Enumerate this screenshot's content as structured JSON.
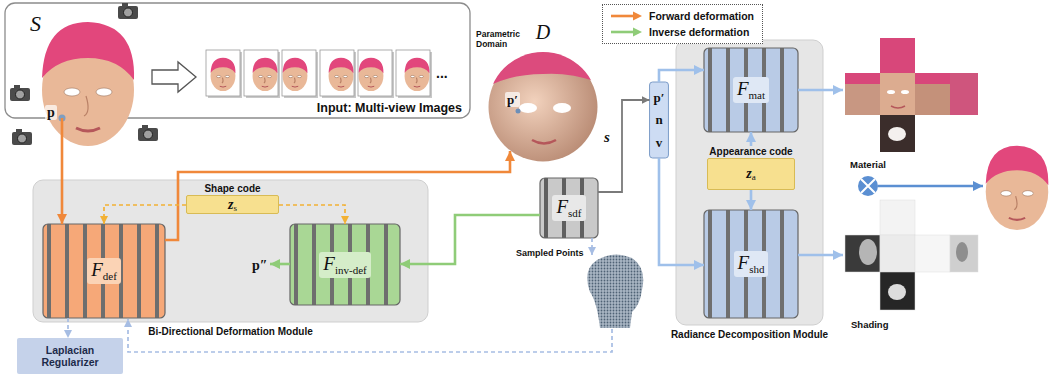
{
  "diagram": {
    "nodes": [
      {
        "text": [
          "Input: Multi-view Images"
        ]
      },
      {
        "text": [
          "Bi-Directional Deformation Module"
        ]
      },
      {
        "text": [
          "F",
          "def"
        ],
        "in": 1
      },
      {
        "text": [
          "Shape code",
          "z",
          "s"
        ],
        "in": 1
      },
      {
        "text": [
          "F",
          "inv-def"
        ],
        "in": 1
      },
      {
        "text": [
          "Laplacian Regularizer"
        ]
      },
      {
        "text": [
          "D",
          "Parametric Domain",
          "p′"
        ]
      },
      {
        "text": [
          "F",
          "sdf"
        ]
      },
      {
        "text": [
          "p′",
          "n",
          "v"
        ]
      },
      {
        "text": [
          "Radiance Decomposition Module"
        ]
      },
      {
        "text": [
          "F",
          "mat"
        ],
        "in": 9
      },
      {
        "text": [
          "Appearance code",
          "z",
          "a"
        ],
        "in": 9
      },
      {
        "text": [
          "F",
          "shd"
        ],
        "in": 9
      }
    ],
    "edges": [
      {
        "from": 0,
        "to": 2,
        "arrow": "to"
      },
      {
        "from": 2,
        "to": 6,
        "arrow": "to"
      },
      {
        "from": 3,
        "to": 2,
        "arrow": "to"
      },
      {
        "from": 3,
        "to": 4,
        "arrow": "to"
      },
      {
        "from": 7,
        "to": 4,
        "arrow": "to"
      },
      {
        "from": 2,
        "to": 5,
        "arrow": "to"
      },
      {
        "from": 7,
        "to": 8,
        "label": "s",
        "arrow": "to"
      },
      {
        "from": 8,
        "to": 10,
        "arrow": "to"
      },
      {
        "from": 8,
        "to": 12,
        "arrow": "to"
      },
      {
        "from": 11,
        "to": 10,
        "arrow": "to"
      },
      {
        "from": 11,
        "to": 12,
        "arrow": "to"
      }
    ],
    "labels": [
      "S",
      "p",
      "...",
      "p″",
      "Sampled Points",
      "Material",
      "Shading"
    ],
    "legend": [
      {
        "text": "Forward deformation"
      },
      {
        "text": "Inverse deformation"
      }
    ]
  }
}
